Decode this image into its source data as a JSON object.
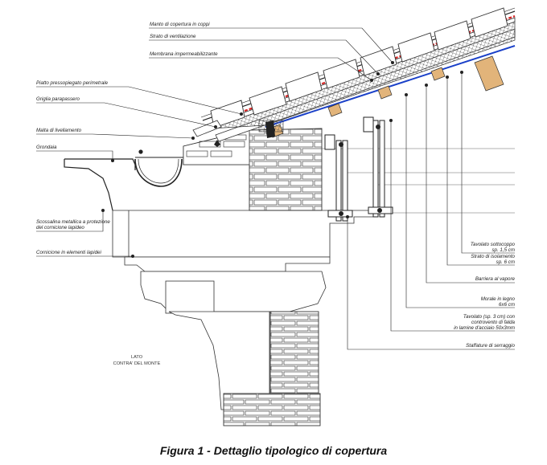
{
  "labels_top": {
    "l1": "Manto di copertura in coppi",
    "l2": "Strato di ventilazione",
    "l3": "Membrana impermeabilizzante"
  },
  "labels_left": {
    "l4": "Piatto pressopiegato perimetrale",
    "l5": "Griglia parapassero",
    "l6": "Malta di livellamento",
    "l7": "Grondaia",
    "l8a": "Scossalina metallica a protezione",
    "l8b": "del cornicione lapideo",
    "l9": "Cornicione in elementi lapidei"
  },
  "labels_right": {
    "r1a": "Tavolato sottocoppo",
    "r1b": "sp. 1,5 cm",
    "r2a": "Strato di isolamento",
    "r2b": "sp. 6 cm",
    "r3": "Barriera al vapore",
    "r4a": "Morale in legno",
    "r4b": "6x6 cm",
    "r5a": "Tavolato (sp. 3 cm) con",
    "r5b": "controvento di falda",
    "r5c": "in lamine d'acciaio 50x3mm",
    "r6": "Staffature di serraggio"
  },
  "side_note": {
    "line1": "LATO",
    "line2": "CONTRA' DEL MONTE"
  },
  "caption": "Figura 1 - Dettaglio tipologico di copertura",
  "colors": {
    "membrane": "#d62020",
    "barrier": "#1a40c8",
    "wood": "#e2b47a",
    "line": "#222222"
  }
}
